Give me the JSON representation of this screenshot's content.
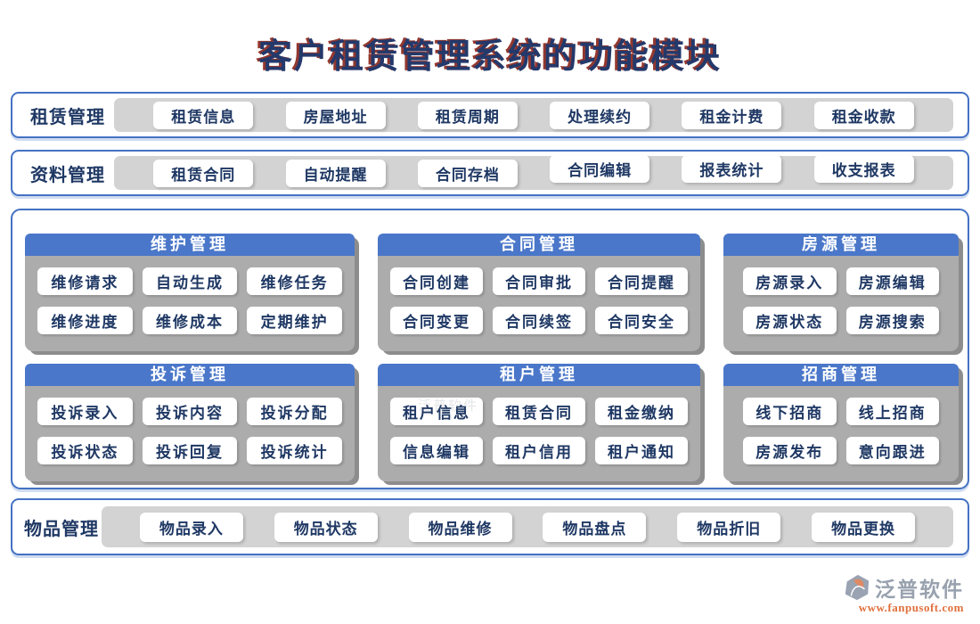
{
  "title": "客户租赁管理系统的功能模块",
  "bands": [
    {
      "id": "rental-management",
      "label": "租赁管理",
      "buttons": [
        "租赁信息",
        "房屋地址",
        "租赁周期",
        "处理续约",
        "租金计费",
        "租金收款"
      ]
    },
    {
      "id": "data-management",
      "label": "资料管理",
      "buttons": [
        "租赁合同",
        "自动提醒",
        "合同存档",
        "合同编辑",
        "报表统计",
        "收支报表"
      ]
    }
  ],
  "panels": [
    {
      "id": "maintenance-management",
      "title": "维护管理",
      "columns": 3,
      "buttons": [
        "维修请求",
        "自动生成",
        "维修任务",
        "维修进度",
        "维修成本",
        "定期维护"
      ]
    },
    {
      "id": "contract-management",
      "title": "合同管理",
      "columns": 3,
      "buttons": [
        "合同创建",
        "合同审批",
        "合同提醒",
        "合同变更",
        "合同续签",
        "合同安全"
      ]
    },
    {
      "id": "housing-management",
      "title": "房源管理",
      "columns": 2,
      "buttons": [
        "房源录入",
        "房源编辑",
        "房源状态",
        "房源搜索"
      ]
    },
    {
      "id": "complaint-management",
      "title": "投诉管理",
      "columns": 3,
      "buttons": [
        "投诉录入",
        "投诉内容",
        "投诉分配",
        "投诉状态",
        "投诉回复",
        "投诉统计"
      ]
    },
    {
      "id": "tenant-management",
      "title": "租户管理",
      "columns": 3,
      "buttons": [
        "租户信息",
        "租赁合同",
        "租金缴纳",
        "信息编辑",
        "租户信用",
        "租户通知"
      ]
    },
    {
      "id": "investment-management",
      "title": "招商管理",
      "columns": 2,
      "buttons": [
        "线下招商",
        "线上招商",
        "房源发布",
        "意向跟进"
      ]
    }
  ],
  "bottom_band": {
    "id": "item-management",
    "label": "物品管理",
    "buttons": [
      "物品录入",
      "物品状态",
      "物品维修",
      "物品盘点",
      "物品折旧",
      "物品更换"
    ]
  },
  "watermark": "泛普软件",
  "logo": {
    "icon": "fanpu-logo-icon",
    "name": "泛普软件",
    "url": "www.fanpusoft.com"
  },
  "colors": {
    "accent_blue": "#4472C4",
    "header_blue": "#4A77C9",
    "panel_gray": "#ACACAC",
    "strip_gray": "#D3D3D3",
    "text_navy": "#1F3864",
    "title_navy": "#24396B",
    "title_shadow_maroon": "#93382F",
    "logo_gray": "#98A1AE",
    "logo_orange": "#E0703C"
  }
}
